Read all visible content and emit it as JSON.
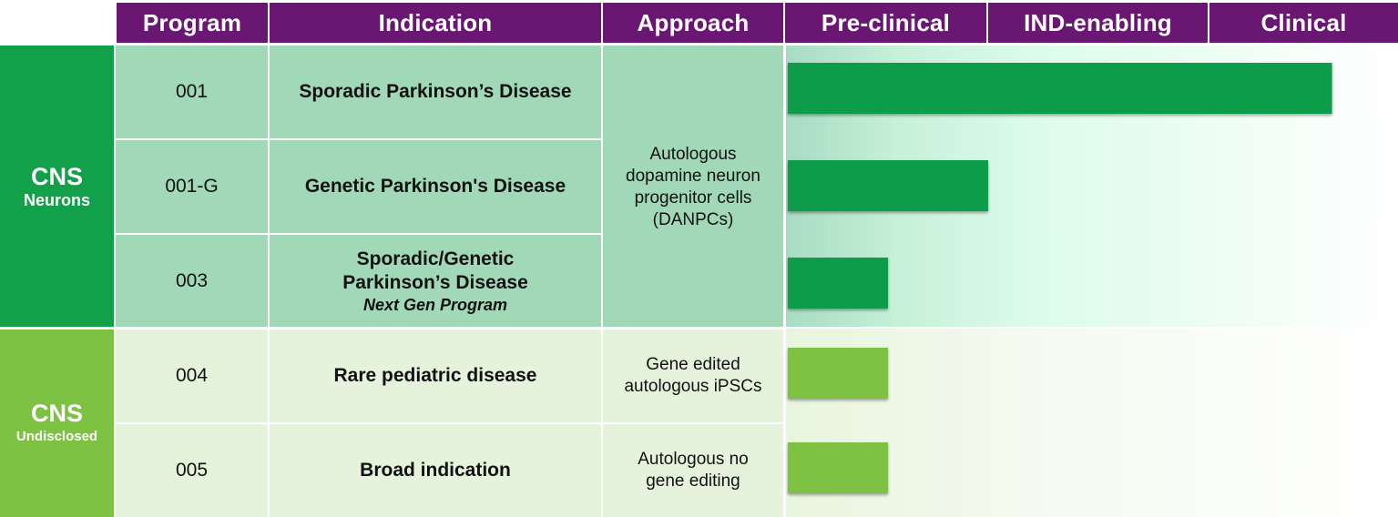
{
  "headers": {
    "program": "Program",
    "indication": "Indication",
    "approach": "Approach",
    "preclinical": "Pre-clinical",
    "ind_enabling": "IND-enabling",
    "clinical": "Clinical"
  },
  "groups": [
    {
      "title": "CNS",
      "subtitle": "Neurons",
      "color": "#12a04a"
    },
    {
      "title": "CNS",
      "subtitle": "Undisclosed",
      "color": "#7dc242"
    }
  ],
  "rows": [
    {
      "program": "001",
      "indication": "Sporadic Parkinson’s Disease"
    },
    {
      "program": "001-G",
      "indication": "Genetic Parkinson's Disease"
    },
    {
      "program": "003",
      "indication_line1": "Sporadic/Genetic",
      "indication_line2": "Parkinson’s Disease",
      "indication_note": "Next Gen Program"
    },
    {
      "program": "004",
      "indication": "Rare pediatric disease"
    },
    {
      "program": "005",
      "indication": "Broad indication"
    }
  ],
  "approaches": {
    "neurons": [
      "Autologous",
      "dopamine neuron",
      "progenitor cells",
      "(DANPCs)"
    ],
    "row_004": [
      "Gene edited",
      "autologous iPSCs"
    ],
    "row_005": [
      "Autologous no",
      "gene editing"
    ]
  },
  "colors": {
    "header": "#6a1773",
    "neurons_bar": "#0d9c48",
    "undisclosed_bar": "#7dc242",
    "neurons_cell": "#a0d8b8",
    "undisclosed_cell": "#e6f3dc"
  },
  "chart_data": {
    "type": "bar",
    "orientation": "horizontal",
    "stages": [
      "Pre-clinical",
      "IND-enabling",
      "Clinical"
    ],
    "categories": [
      "001",
      "001-G",
      "003",
      "004",
      "005"
    ],
    "values": [
      2.65,
      1.0,
      0.5,
      0.5,
      0.5
    ],
    "value_note": "progress in stage units (1 = one full stage)",
    "bar_colors": [
      "#0d9c48",
      "#0d9c48",
      "#0d9c48",
      "#7dc242",
      "#7dc242"
    ],
    "xlim": [
      0,
      3
    ]
  }
}
